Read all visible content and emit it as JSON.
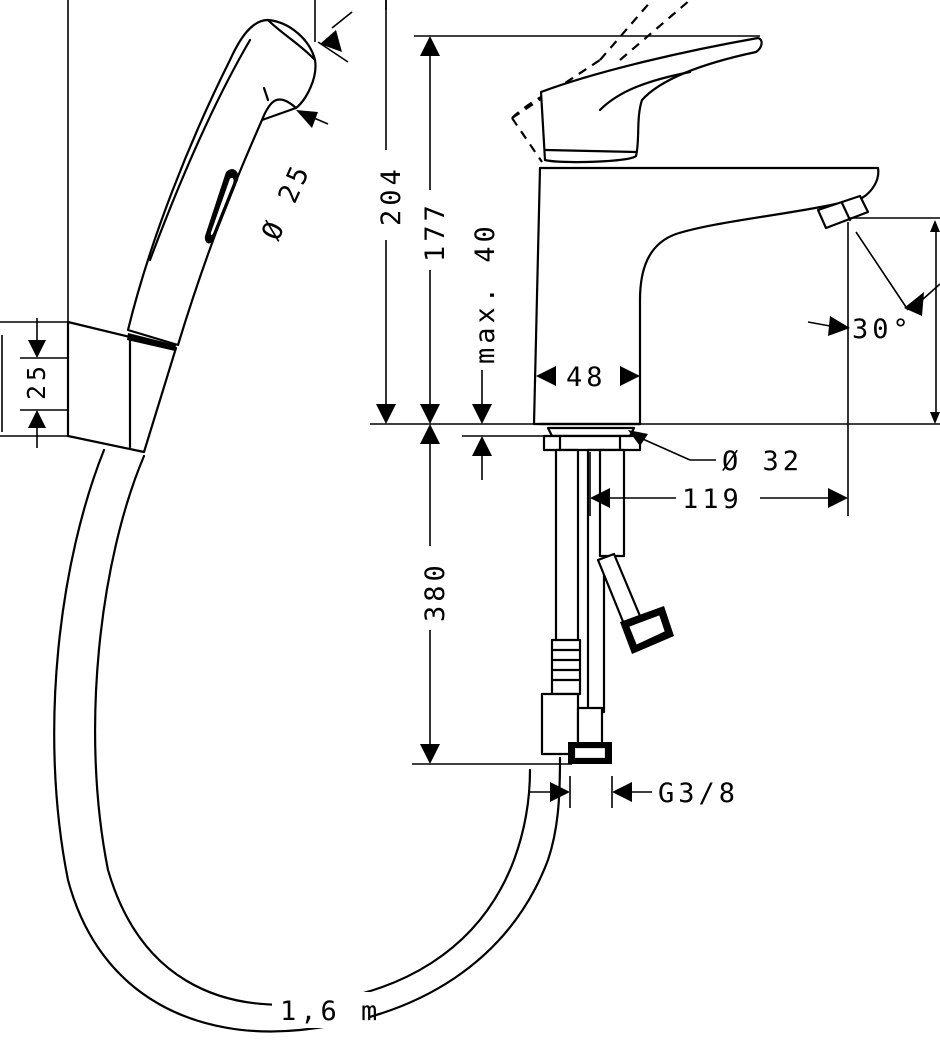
{
  "dimensions": {
    "height_total": "204",
    "height_body": "177",
    "max_thickness": "max. 40",
    "body_width": "48",
    "hole_diameter": "Ø 32",
    "spout_reach": "119",
    "spout_angle": "30°",
    "hose_length_below": "380",
    "thread": "G3/8",
    "hose_length": "1,6 m",
    "holder_height": "25",
    "handshower_diameter": "Ø 25"
  }
}
